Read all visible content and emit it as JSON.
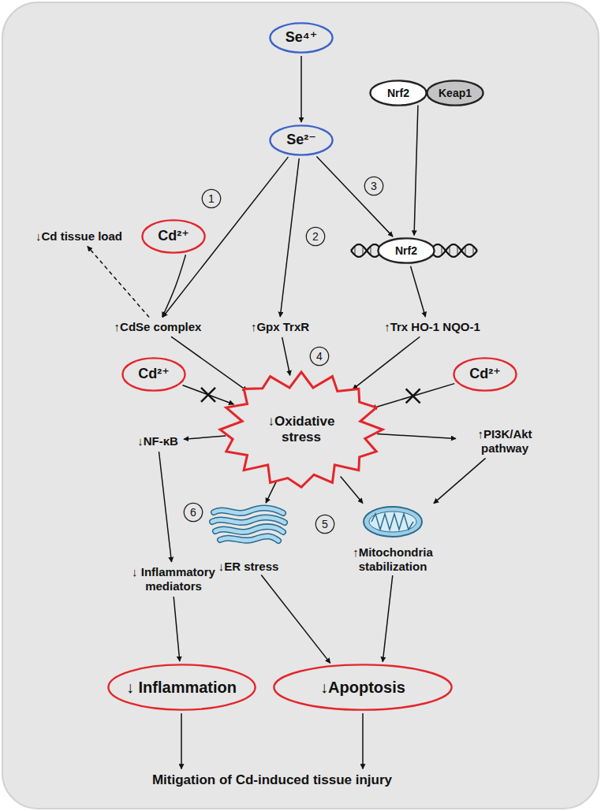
{
  "diagram": {
    "nodes": [
      {
        "text": [
          "Se⁴⁺"
        ]
      },
      {
        "text": [
          "Nrf2"
        ]
      },
      {
        "text": [
          "Keap1"
        ]
      },
      {
        "text": [
          "Se²⁻"
        ]
      },
      {
        "text": [
          "1"
        ]
      },
      {
        "text": [
          "3"
        ]
      },
      {
        "text": [
          "Cd²⁺"
        ]
      },
      {
        "text": [
          "↓Cd tissue load"
        ]
      },
      {
        "text": [
          "2"
        ]
      },
      {
        "text": [
          "Nrf2"
        ]
      },
      {
        "text": [
          "↑CdSe complex"
        ]
      },
      {
        "text": [
          "↑Gpx TrxR"
        ]
      },
      {
        "text": [
          "↑Trx HO-1 NQO-1"
        ]
      },
      {
        "text": [
          "4"
        ]
      },
      {
        "text": [
          "Cd²⁺"
        ]
      },
      {
        "text": [
          "Cd²⁺"
        ]
      },
      {
        "text": [
          "↓Oxidative stress"
        ]
      },
      {
        "text": [
          "↓NF-κB"
        ]
      },
      {
        "text": [
          "↑PI3K/Akt pathway"
        ]
      },
      {
        "text": [
          "6"
        ]
      },
      {
        "text": [
          "↓ER stress"
        ]
      },
      {
        "text": [
          "5"
        ]
      },
      {
        "text": [
          "↑Mitochondria stabilization"
        ]
      },
      {
        "text": [
          "↓ Inflammatory mediators"
        ]
      },
      {
        "text": [
          "↓ Inflammation"
        ]
      },
      {
        "text": [
          "↓Apoptosis"
        ]
      },
      {
        "text": [
          "Mitigation of Cd-induced tissue injury"
        ]
      }
    ],
    "edges": [
      {
        "from": 0,
        "to": 3,
        "arrow": "to"
      },
      {
        "from": 1,
        "to": 9,
        "arrow": "to"
      },
      {
        "from": 3,
        "to": 10,
        "arrow": "to"
      },
      {
        "from": 6,
        "to": 10,
        "arrow": "to"
      },
      {
        "from": 10,
        "to": 7,
        "arrow": "to"
      },
      {
        "from": 3,
        "to": 11,
        "arrow": "to"
      },
      {
        "from": 3,
        "to": 9,
        "arrow": "to"
      },
      {
        "from": 9,
        "to": 12,
        "arrow": "to"
      },
      {
        "from": 10,
        "to": 16,
        "arrow": "to"
      },
      {
        "from": 11,
        "to": 16,
        "arrow": "to"
      },
      {
        "from": 12,
        "to": 16,
        "arrow": "to"
      },
      {
        "from": 14,
        "to": 16,
        "arrow": "to"
      },
      {
        "from": 15,
        "to": 16,
        "arrow": "to"
      },
      {
        "from": 16,
        "to": 17,
        "arrow": "to"
      },
      {
        "from": 16,
        "to": 18,
        "arrow": "to"
      },
      {
        "from": 16,
        "to": 20,
        "arrow": "to"
      },
      {
        "from": 16,
        "to": 22,
        "arrow": "to"
      },
      {
        "from": 18,
        "to": 22,
        "arrow": "to"
      },
      {
        "from": 17,
        "to": 23,
        "arrow": "to"
      },
      {
        "from": 20,
        "to": 25,
        "arrow": "to"
      },
      {
        "from": 22,
        "to": 25,
        "arrow": "to"
      },
      {
        "from": 23,
        "to": 24,
        "arrow": "to"
      },
      {
        "from": 24,
        "to": 26,
        "arrow": "to"
      },
      {
        "from": 25,
        "to": 26,
        "arrow": "to"
      }
    ]
  }
}
